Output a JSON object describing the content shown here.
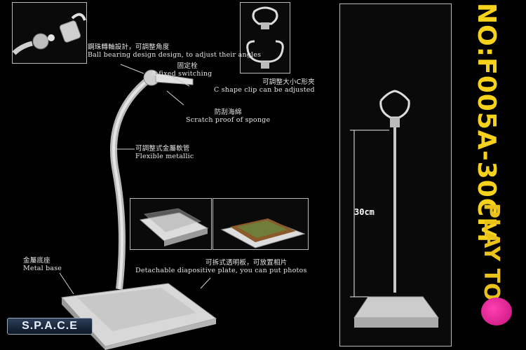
{
  "callouts": {
    "ball_zh": "鋼珠轉軸設計，可調整角度",
    "ball_en": "Ball bearing design design, to adjust their angles",
    "switch_zh": "固定栓",
    "switch_en": "A fixed switching",
    "clip_zh": "可調整大小C形夾",
    "clip_en": "C shape clip can be adjusted",
    "sponge_zh": "防刮海綿",
    "sponge_en": "Scratch proof of  sponge",
    "tube_zh": "可調整式金屬軟管",
    "tube_en": "Flexible metallic",
    "base_zh": "金屬底座",
    "base_en": "Metal base",
    "plate_zh": "可拆式透明板，可放置相片",
    "plate_en": "Detachable diapositive plate, you can put photos"
  },
  "measure": "30cm",
  "title": "NO:F005A-30CM",
  "brand": "PLAY TOY",
  "logo": "S.P.A.C.E"
}
